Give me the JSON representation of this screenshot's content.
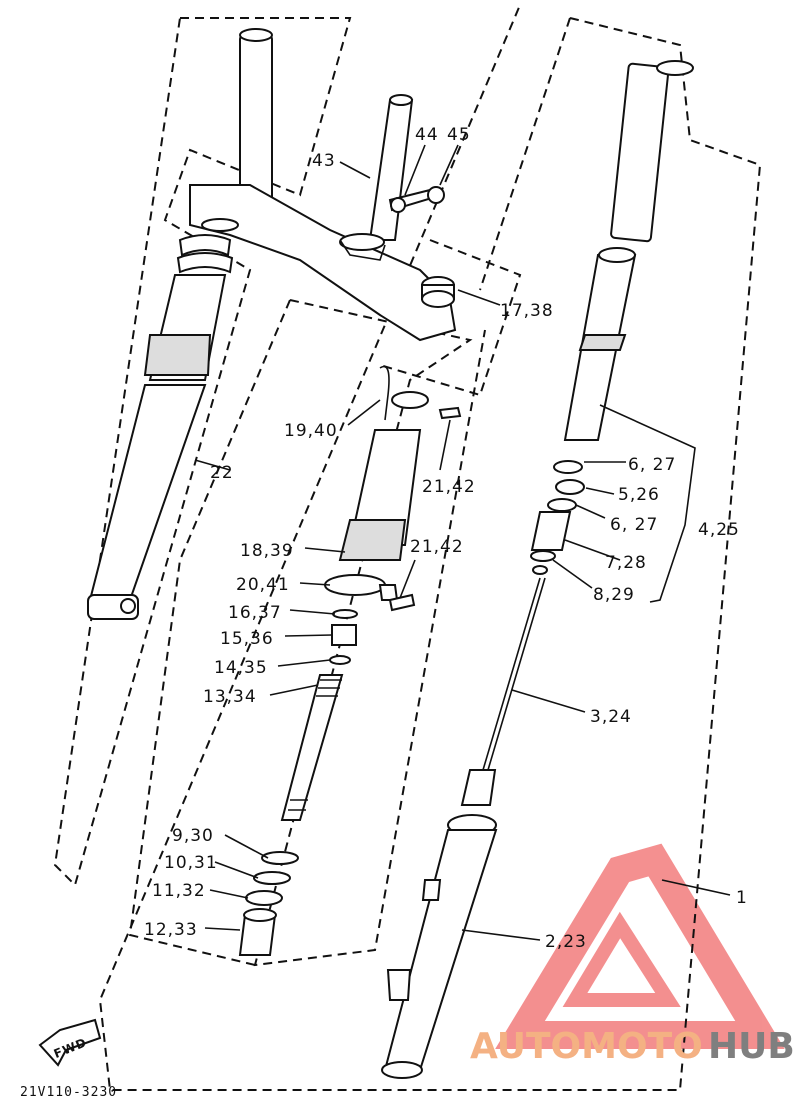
{
  "diagram": {
    "callouts": [
      {
        "id": "43",
        "text": "43"
      },
      {
        "id": "44",
        "text": "44"
      },
      {
        "id": "45",
        "text": "45"
      },
      {
        "id": "17_38",
        "text": "17,38"
      },
      {
        "id": "19_40",
        "text": "19,40"
      },
      {
        "id": "21_42_a",
        "text": "21,42"
      },
      {
        "id": "21_42_b",
        "text": "21,42"
      },
      {
        "id": "22",
        "text": "22"
      },
      {
        "id": "18_39",
        "text": "18,39"
      },
      {
        "id": "20_41",
        "text": "20,41"
      },
      {
        "id": "16_37",
        "text": "16,37"
      },
      {
        "id": "15_36",
        "text": "15,36"
      },
      {
        "id": "14_35",
        "text": "14,35"
      },
      {
        "id": "13_34",
        "text": "13,34"
      },
      {
        "id": "6_27_a",
        "text": "6, 27"
      },
      {
        "id": "5_26",
        "text": "5,26"
      },
      {
        "id": "6_27_b",
        "text": "6, 27"
      },
      {
        "id": "4_25",
        "text": "4,25"
      },
      {
        "id": "7_28",
        "text": "7,28"
      },
      {
        "id": "8_29",
        "text": "8,29"
      },
      {
        "id": "3_24",
        "text": "3,24"
      },
      {
        "id": "9_30",
        "text": "9,30"
      },
      {
        "id": "10_31",
        "text": "10,31"
      },
      {
        "id": "11_32",
        "text": "11,32"
      },
      {
        "id": "12_33",
        "text": "12,33"
      },
      {
        "id": "2_23",
        "text": "2,23"
      },
      {
        "id": "1",
        "text": "1"
      }
    ],
    "fwd_label": "FWD",
    "drawing_code": "21V110-3230"
  },
  "watermark": {
    "brand_part1": "AUTOMOTO",
    "brand_part2": "HUB",
    "color_auto": "#f4b183",
    "color_moto": "#f08080",
    "color_hub": "#7f7f7f",
    "triangle_color": "#f27c7c"
  }
}
